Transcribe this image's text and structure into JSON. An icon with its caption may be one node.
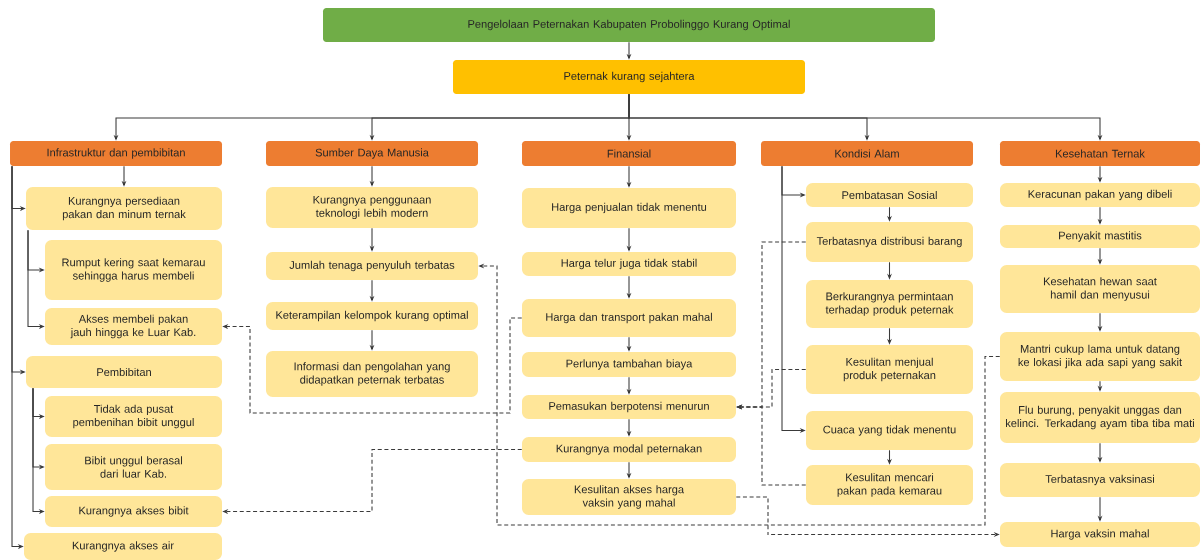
{
  "diagram": {
    "nodes": [
      {
        "text": [
          "Pengelolaan Peternakan Kabupaten Probolinggo Kurang Optimal"
        ]
      },
      {
        "text": [
          "Peternak kurang sejahtera"
        ]
      },
      {
        "text": [
          "Infrastruktur dan pembibitan"
        ]
      },
      {
        "text": [
          "Kurangnya persediaan pakan dan minum ternak"
        ]
      },
      {
        "text": [
          "Rumput kering saat kemarau sehingga harus membeli"
        ]
      },
      {
        "text": [
          "Akses membeli pakan jauh hingga ke Luar Kab."
        ]
      },
      {
        "text": [
          "Pembibitan"
        ]
      },
      {
        "text": [
          "Tidak ada pusat pembenihan bibit unggul"
        ]
      },
      {
        "text": [
          "Bibit unggul berasal dari luar Kab."
        ]
      },
      {
        "text": [
          "Kurangnya akses bibit"
        ]
      },
      {
        "text": [
          "Kurangnya akses air"
        ]
      },
      {
        "text": [
          "Sumber Daya Manusia"
        ]
      },
      {
        "text": [
          "Kurangnya penggunaan teknologi lebih modern"
        ]
      },
      {
        "text": [
          "Jumlah tenaga penyuluh terbatas"
        ]
      },
      {
        "text": [
          "Keterampilan kelompok kurang optimal"
        ]
      },
      {
        "text": [
          "Informasi dan pengolahan yang didapatkan peternak terbatas"
        ]
      },
      {
        "text": [
          "Finansial"
        ]
      },
      {
        "text": [
          "Harga penjualan tidak menentu"
        ]
      },
      {
        "text": [
          "Harga telur juga tidak stabil"
        ]
      },
      {
        "text": [
          "Harga dan transport pakan mahal"
        ]
      },
      {
        "text": [
          "Perlunya tambahan biaya"
        ]
      },
      {
        "text": [
          "Pemasukan berpotensi menurun"
        ]
      },
      {
        "text": [
          "Kurangnya modal peternakan"
        ]
      },
      {
        "text": [
          "Kesulitan akses harga vaksin yang mahal"
        ]
      },
      {
        "text": [
          "Kondisi Alam"
        ]
      },
      {
        "text": [
          "Pembatasan Sosial"
        ]
      },
      {
        "text": [
          "Terbatasnya distribusi barang"
        ]
      },
      {
        "text": [
          "Berkurangnya permintaan terhadap produk peternak"
        ]
      },
      {
        "text": [
          "Kesulitan menjual produk peternakan"
        ]
      },
      {
        "text": [
          "Cuaca yang tidak menentu"
        ]
      },
      {
        "text": [
          "Kesulitan mencari pakan pada kemarau"
        ]
      },
      {
        "text": [
          "Kesehatan Ternak"
        ]
      },
      {
        "text": [
          "Keracunan pakan yang dibeli"
        ]
      },
      {
        "text": [
          "Penyakit mastitis"
        ]
      },
      {
        "text": [
          "Kesehatan hewan saat hamil dan menyusui"
        ]
      },
      {
        "text": [
          "Mantri cukup lama untuk datang ke lokasi jika ada sapi yang sakit"
        ]
      },
      {
        "text": [
          "Flu burung, penyakit unggas dan kelinci. Terkadang ayam tiba tiba mati"
        ]
      },
      {
        "text": [
          "Terbatasnya vaksinasi"
        ]
      },
      {
        "text": [
          "Harga vaksin mahal"
        ]
      }
    ],
    "edges": [
      {
        "from": 0,
        "to": 1,
        "arrow": "to"
      },
      {
        "from": 1,
        "to": 2,
        "arrow": "to"
      },
      {
        "from": 1,
        "to": 11,
        "arrow": "to"
      },
      {
        "from": 1,
        "to": 16,
        "arrow": "to"
      },
      {
        "from": 1,
        "to": 24,
        "arrow": "to"
      },
      {
        "from": 1,
        "to": 31,
        "arrow": "to"
      },
      {
        "from": 2,
        "to": 3,
        "arrow": "to"
      },
      {
        "from": 2,
        "to": 3,
        "arrow": "to"
      },
      {
        "from": 2,
        "to": 6,
        "arrow": "to"
      },
      {
        "from": 2,
        "to": 10,
        "arrow": "to"
      },
      {
        "from": 3,
        "to": 4,
        "arrow": "to"
      },
      {
        "from": 3,
        "to": 5,
        "arrow": "to"
      },
      {
        "from": 6,
        "to": 7,
        "arrow": "to"
      },
      {
        "from": 6,
        "to": 8,
        "arrow": "to"
      },
      {
        "from": 6,
        "to": 9,
        "arrow": "to"
      },
      {
        "from": 11,
        "to": 12,
        "arrow": "to"
      },
      {
        "from": 12,
        "to": 13,
        "arrow": "to"
      },
      {
        "from": 13,
        "to": 14,
        "arrow": "to"
      },
      {
        "from": 14,
        "to": 15,
        "arrow": "to"
      },
      {
        "from": 16,
        "to": 17,
        "arrow": "to"
      },
      {
        "from": 17,
        "to": 18,
        "arrow": "to"
      },
      {
        "from": 18,
        "to": 19,
        "arrow": "to"
      },
      {
        "from": 19,
        "to": 20,
        "arrow": "to"
      },
      {
        "from": 20,
        "to": 21,
        "arrow": "to"
      },
      {
        "from": 21,
        "to": 22,
        "arrow": "to"
      },
      {
        "from": 22,
        "to": 23,
        "arrow": "to"
      },
      {
        "from": 24,
        "to": 25,
        "arrow": "to"
      },
      {
        "from": 24,
        "to": 29,
        "arrow": "to"
      },
      {
        "from": 25,
        "to": 26,
        "arrow": "to"
      },
      {
        "from": 26,
        "to": 27,
        "arrow": "to"
      },
      {
        "from": 27,
        "to": 28,
        "arrow": "to"
      },
      {
        "from": 29,
        "to": 30,
        "arrow": "to"
      },
      {
        "from": 31,
        "to": 32,
        "arrow": "to"
      },
      {
        "from": 32,
        "to": 33,
        "arrow": "to"
      },
      {
        "from": 33,
        "to": 34,
        "arrow": "to"
      },
      {
        "from": 34,
        "to": 35,
        "arrow": "to"
      },
      {
        "from": 35,
        "to": 36,
        "arrow": "to"
      },
      {
        "from": 36,
        "to": 37,
        "arrow": "to"
      },
      {
        "from": 37,
        "to": 38,
        "arrow": "to"
      },
      {
        "from": 19,
        "to": 5,
        "arrow": "to",
        "style": "dashed"
      },
      {
        "from": 35,
        "to": 13,
        "arrow": "to",
        "style": "dashed"
      },
      {
        "from": 23,
        "to": 38,
        "arrow": "to",
        "style": "dashed"
      },
      {
        "from": 22,
        "to": 9,
        "arrow": "to",
        "style": "dashed"
      },
      {
        "from": 26,
        "to": 21,
        "arrow": "to",
        "style": "dashed"
      },
      {
        "from": 28,
        "to": 21,
        "arrow": "to",
        "style": "dashed"
      },
      {
        "from": 30,
        "to": 21,
        "arrow": "to",
        "style": "dashed"
      }
    ]
  }
}
